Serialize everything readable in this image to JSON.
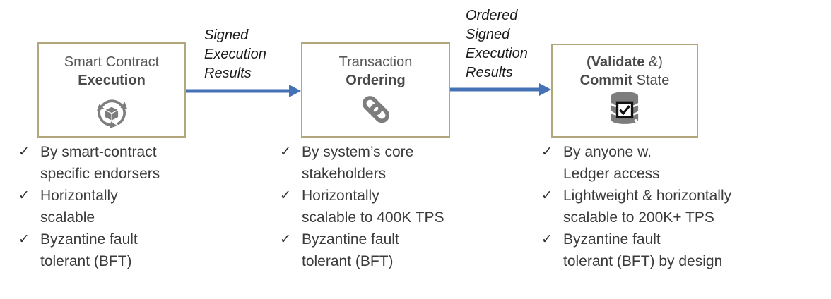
{
  "colors": {
    "box-border": "#B1A67C",
    "arrow-blue": "#4472B4",
    "icon-gray": "#7D7D7D",
    "title-gray": "#575757",
    "text-dark": "#3B3B3B",
    "label-black": "#1A1A1A"
  },
  "glyphs": {
    "check": "✓"
  },
  "stages": [
    {
      "title_line1": "Smart Contract",
      "title_line2": "Execution",
      "icon": "execution-cycle-icon",
      "bullets": [
        "By smart-contract\nspecific endorsers",
        "Horizontally\nscalable",
        "Byzantine fault\ntolerant (BFT)"
      ]
    },
    {
      "title_line1": "Transaction",
      "title_line2": "Ordering",
      "icon": "chain-link-icon",
      "bullets": [
        "By system’s core\nstakeholders",
        "Horizontally\nscalable to 400K TPS",
        "Byzantine fault\ntolerant (BFT)"
      ]
    },
    {
      "title_line1_bold": "(Validate",
      "title_line1_regular": " &)",
      "title_line2_bold": "Commit",
      "title_line2_regular": " State",
      "icon": "database-commit-icon",
      "bullets": [
        "By anyone w.\nLedger access",
        "Lightweight & horizontally\nscalable to 200K+ TPS",
        "Byzantine fault\ntolerant (BFT) by design"
      ]
    }
  ],
  "arrows": [
    {
      "label": "Signed\nExecution\nResults"
    },
    {
      "label": "Ordered\nSigned\nExecution\nResults"
    }
  ]
}
